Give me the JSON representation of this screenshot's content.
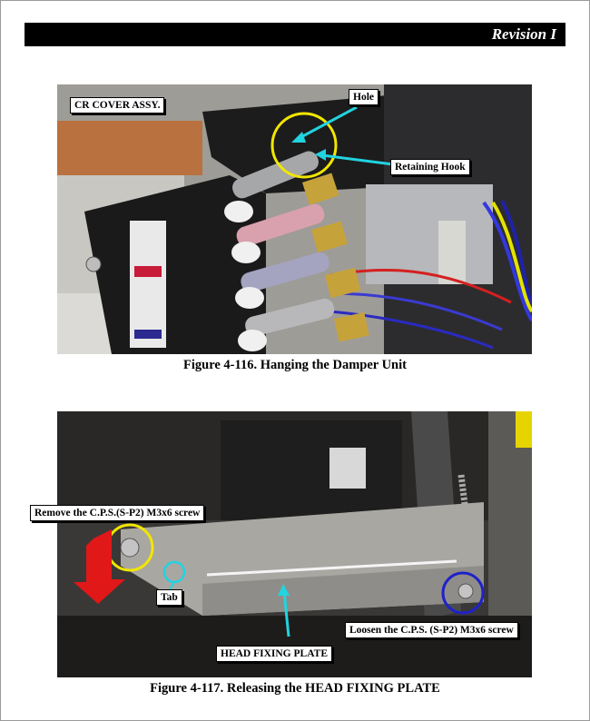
{
  "header": {
    "revision": "Revision I"
  },
  "figures": [
    {
      "caption": "Figure 4-116.  Hanging the Damper Unit",
      "labels": {
        "cr_cover": "CR COVER ASSY.",
        "hole": "Hole",
        "retaining_hook": "Retaining Hook"
      }
    },
    {
      "caption": "Figure 4-117.  Releasing the HEAD FIXING PLATE",
      "labels": {
        "remove_screw": "Remove the C.P.S.(S-P2) M3x6 screw",
        "tab": "Tab",
        "loosen_screw": "Loosen the C.P.S. (S-P2) M3x6 screw",
        "head_fixing_plate": "HEAD FIXING PLATE"
      }
    }
  ],
  "colors": {
    "callout_yellow": "#f2e600",
    "callout_cyan": "#22d3e0",
    "callout_blue": "#1e22c8",
    "arrow_red": "#e01818"
  }
}
